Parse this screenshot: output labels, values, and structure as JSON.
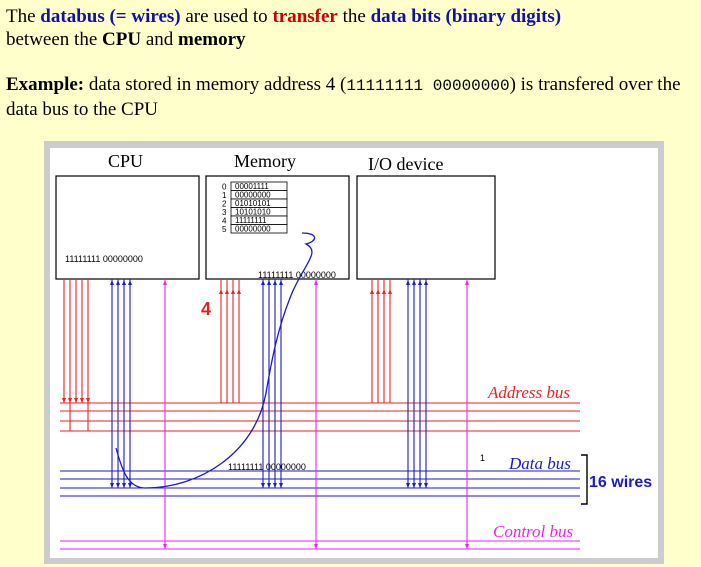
{
  "text": {
    "p1_the": "The",
    "p1_databus": "databus (= wires)",
    "p1_used": "are used to",
    "p1_transfer": "transfer",
    "p1_the2": "the",
    "p1_databits": "data bits (binary digits)",
    "p1_between": "between the",
    "p1_cpu": "CPU",
    "p1_and": "and",
    "p1_memory": "memory",
    "p2_example": "Example:",
    "p2_text1": "data stored in memory address 4 (",
    "p2_bits": "11111111 00000000",
    "p2_text2": ") is transfered over the data bus to the CPU"
  },
  "diagram": {
    "cpu_label": "CPU",
    "memory_label": "Memory",
    "io_label": "I/O device",
    "cpu_register": "11111111 00000000",
    "memory_output": "11111111 00000000",
    "databus_value": "11111111 00000000",
    "address_value": "4",
    "address_bus_label": "Address bus",
    "data_bus_label": "Data bus",
    "control_bus_label": "Control bus",
    "data_bus_marker": "1",
    "wires_label": "16 wires",
    "memory_rows": [
      {
        "addr": "0",
        "value": "00001111"
      },
      {
        "addr": "1",
        "value": "00000000"
      },
      {
        "addr": "2",
        "value": "01010101"
      },
      {
        "addr": "3",
        "value": "10101010"
      },
      {
        "addr": "4",
        "value": "11111111"
      },
      {
        "addr": "5",
        "value": "00000000"
      }
    ]
  },
  "colors": {
    "background": "#ffffcc",
    "address_bus": "#ee2222",
    "data_bus": "#1a1ad0",
    "control_bus": "#ee22ee",
    "highlight_blue": "#1111aa",
    "highlight_red": "#cc0000"
  }
}
